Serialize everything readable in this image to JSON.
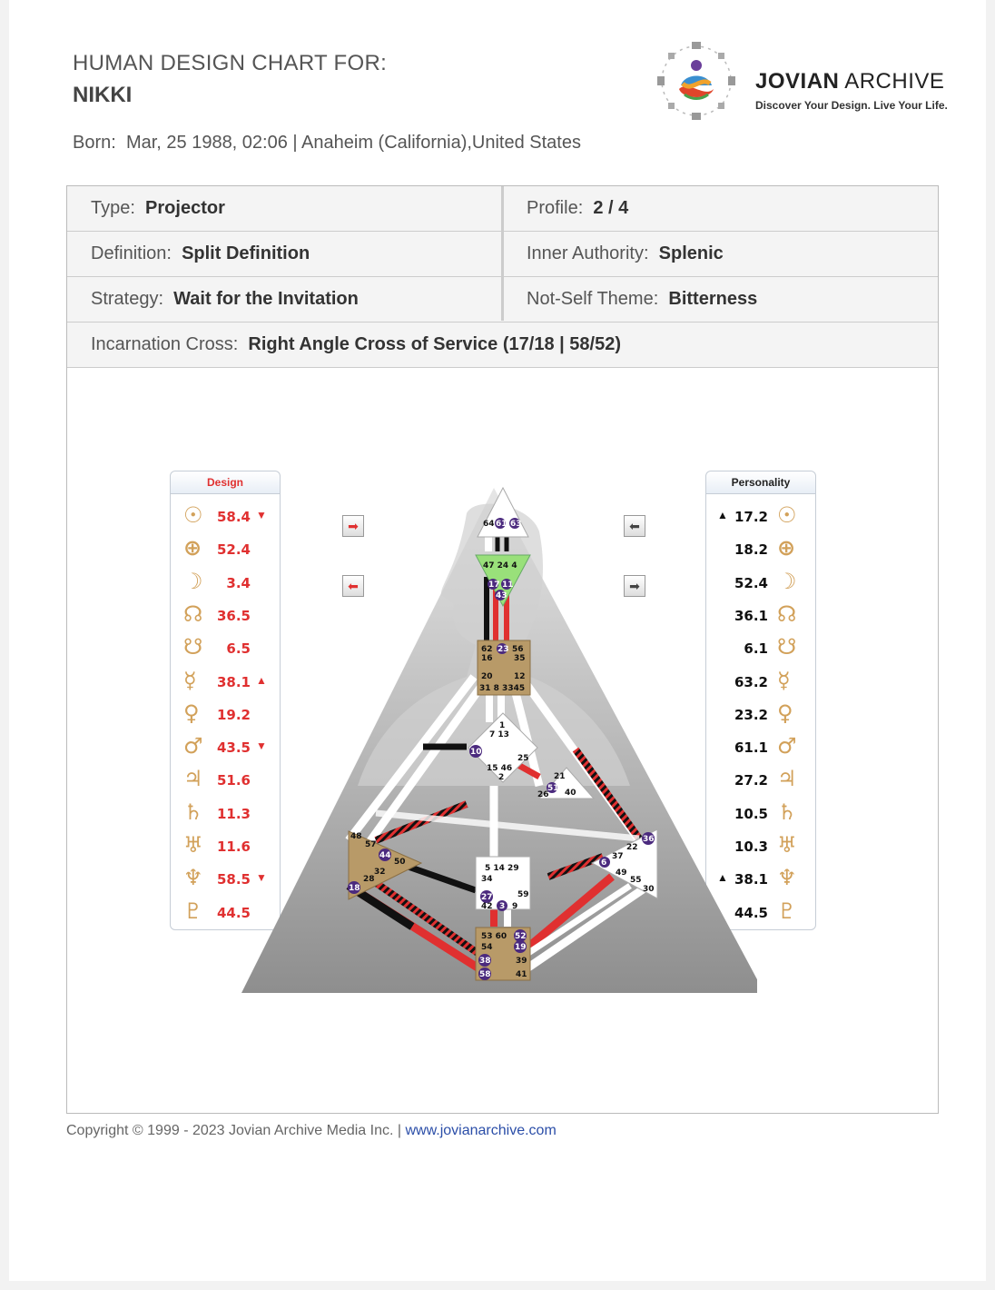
{
  "header": {
    "title": "HUMAN DESIGN CHART FOR:",
    "name": "NIKKI",
    "born_label": "Born:",
    "born_value": "Mar, 25 1988, 02:06 | Anaheim (California),United States"
  },
  "brand": {
    "name_bold": "JOVIAN",
    "name_light": "ARCHIVE",
    "tagline": "Discover Your Design. Live Your Life."
  },
  "info": {
    "type_label": "Type:",
    "type": "Projector",
    "profile_label": "Profile:",
    "profile": "2 / 4",
    "definition_label": "Definition:",
    "definition": "Split Definition",
    "authority_label": "Inner Authority:",
    "authority": "Splenic",
    "strategy_label": "Strategy:",
    "strategy": "Wait for the Invitation",
    "notself_label": "Not-Self Theme:",
    "notself": "Bitterness",
    "cross_label": "Incarnation Cross:",
    "cross": "Right Angle Cross of Service (17/18 | 58/52)"
  },
  "design": {
    "title": "Design",
    "color": "#e03030",
    "rows": [
      {
        "icon": "sun-icon",
        "glyph": "☉",
        "value": "58.4",
        "arrow": "▼"
      },
      {
        "icon": "earth-icon",
        "glyph": "⊕",
        "value": "52.4",
        "arrow": ""
      },
      {
        "icon": "moon-icon",
        "glyph": "☽",
        "value": "3.4",
        "arrow": ""
      },
      {
        "icon": "north-node-icon",
        "glyph": "☊",
        "value": "36.5",
        "arrow": ""
      },
      {
        "icon": "south-node-icon",
        "glyph": "☋",
        "value": "6.5",
        "arrow": ""
      },
      {
        "icon": "mercury-icon",
        "glyph": "☿",
        "value": "38.1",
        "arrow": "▲"
      },
      {
        "icon": "venus-icon",
        "glyph": "♀",
        "value": "19.2",
        "arrow": ""
      },
      {
        "icon": "mars-icon",
        "glyph": "♂",
        "value": "43.5",
        "arrow": "▼"
      },
      {
        "icon": "jupiter-icon",
        "glyph": "♃",
        "value": "51.6",
        "arrow": ""
      },
      {
        "icon": "saturn-icon",
        "glyph": "♄",
        "value": "11.3",
        "arrow": ""
      },
      {
        "icon": "uranus-icon",
        "glyph": "♅",
        "value": "11.6",
        "arrow": ""
      },
      {
        "icon": "neptune-icon",
        "glyph": "♆",
        "value": "58.5",
        "arrow": "▼"
      },
      {
        "icon": "pluto-icon",
        "glyph": "♇",
        "value": "44.5",
        "arrow": ""
      }
    ]
  },
  "personality": {
    "title": "Personality",
    "color": "#111111",
    "rows": [
      {
        "icon": "sun-icon",
        "glyph": "☉",
        "value": "17.2",
        "arrow": "▲"
      },
      {
        "icon": "earth-icon",
        "glyph": "⊕",
        "value": "18.2",
        "arrow": ""
      },
      {
        "icon": "moon-icon",
        "glyph": "☽",
        "value": "52.4",
        "arrow": ""
      },
      {
        "icon": "north-node-icon",
        "glyph": "☊",
        "value": "36.1",
        "arrow": ""
      },
      {
        "icon": "south-node-icon",
        "glyph": "☋",
        "value": "6.1",
        "arrow": ""
      },
      {
        "icon": "mercury-icon",
        "glyph": "☿",
        "value": "63.2",
        "arrow": ""
      },
      {
        "icon": "venus-icon",
        "glyph": "♀",
        "value": "23.2",
        "arrow": ""
      },
      {
        "icon": "mars-icon",
        "glyph": "♂",
        "value": "61.1",
        "arrow": ""
      },
      {
        "icon": "jupiter-icon",
        "glyph": "♃",
        "value": "27.2",
        "arrow": ""
      },
      {
        "icon": "saturn-icon",
        "glyph": "♄",
        "value": "10.5",
        "arrow": ""
      },
      {
        "icon": "uranus-icon",
        "glyph": "♅",
        "value": "10.3",
        "arrow": ""
      },
      {
        "icon": "neptune-icon",
        "glyph": "♆",
        "value": "38.1",
        "arrow": "▲"
      },
      {
        "icon": "pluto-icon",
        "glyph": "♇",
        "value": "44.5",
        "arrow": ""
      }
    ]
  },
  "bodygraph": {
    "colors": {
      "design": "#e03030",
      "personality": "#111111",
      "defined_center": "#b89a68",
      "throat_center": "#b89a68",
      "ajna_center": "#99e07a",
      "undefined_center": "#ffffff",
      "active_gate": "#4b2a7e"
    },
    "head_gates": [
      "64",
      "61",
      "63"
    ],
    "ajna_gates": [
      "47",
      "24",
      "4",
      "17",
      "11",
      "43"
    ],
    "throat_gates": [
      "62",
      "23",
      "56",
      "16",
      "35",
      "20",
      "12",
      "31",
      "8",
      "33",
      "45"
    ],
    "g_gates": [
      "1",
      "7",
      "13",
      "10",
      "25",
      "15",
      "46",
      "2"
    ],
    "ego_gates": [
      "21",
      "51",
      "26",
      "40"
    ],
    "spleen_gates": [
      "48",
      "57",
      "44",
      "50",
      "32",
      "28",
      "18"
    ],
    "sacral_gates": [
      "5",
      "14",
      "29",
      "34",
      "27",
      "59",
      "42",
      "3",
      "9"
    ],
    "solar_plexus_gates": [
      "36",
      "22",
      "6",
      "37",
      "49",
      "55",
      "30"
    ],
    "root_gates": [
      "53",
      "60",
      "52",
      "54",
      "19",
      "38",
      "39",
      "58",
      "41"
    ]
  },
  "footer": {
    "copyright": "Copyright © 1999 - 2023 Jovian Archive Media Inc.  |  ",
    "link": "www.jovianarchive.com"
  }
}
